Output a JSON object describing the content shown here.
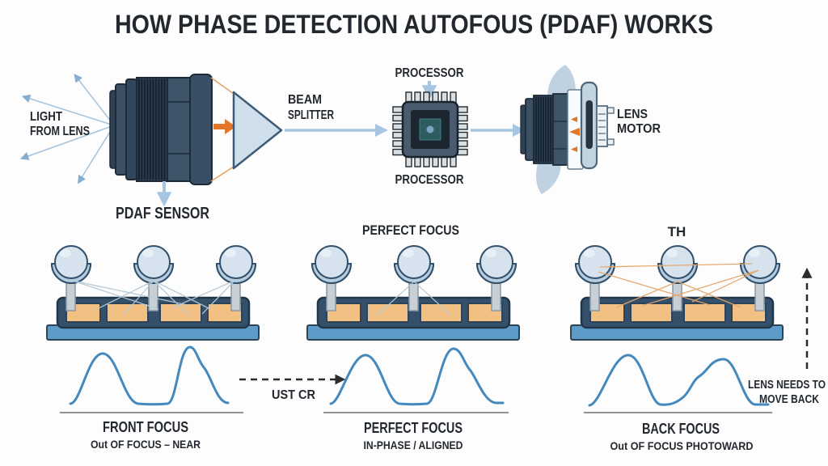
{
  "title": "HOW PHASE DETECTION AUTOFOUS (PDAF) WORKS",
  "flow": {
    "light_from_lens_line1": "LIGHT",
    "light_from_lens_line2": "FROM LENS",
    "pdaf_sensor_label": "PDAF SENSOR",
    "beam_splitter_line1": "BEAM",
    "beam_splitter_line2": "SPLITTER",
    "processor_label_top": "PROCESSOR",
    "processor_label_bottom": "PROCESSOR",
    "lens_motor_line1": "LENS",
    "lens_motor_line2": "MOTOR"
  },
  "sensors": {
    "perfect_focus_label": "PERFECT FOCUS",
    "back_focus_label": "TH"
  },
  "waveforms": {
    "front": {
      "title": "FRONT FOCUS",
      "subtitle": "Out OF FOCUS – NEAR"
    },
    "perfect": {
      "title": "PERFECT FOCUS",
      "subtitle": "IN-PHASE / ALIGNED"
    },
    "back": {
      "title": "BACK FOCUS",
      "subtitle": "Out OF FOCUS PHOTOWARD"
    },
    "shift_arrow_label": "UST CR",
    "lens_needs_line1": "LENS NEEDS TO",
    "lens_needs_line2": "MOVE BACK"
  },
  "colors": {
    "accent_orange": "#e2762a",
    "ray_orange": "#e4a76b",
    "arrow_blue": "#a6c5e0",
    "ray_blue": "#b5c8d7",
    "waveform_blue": "#4389bd",
    "pixel_orange": "#f2c083",
    "sensor_base": "#35506a",
    "sensor_bar": "#5d9cc9",
    "lens_body": "#3e5468",
    "dome_fill": "#d6e3ef",
    "text_dark": "#23282f"
  }
}
